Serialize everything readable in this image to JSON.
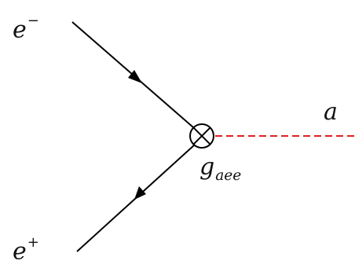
{
  "diagram": {
    "labels": {
      "electron": {
        "base": "e",
        "sup": "−"
      },
      "positron": {
        "base": "e",
        "sup": "+"
      },
      "axion": {
        "base": "a"
      },
      "coupling": {
        "base": "g",
        "sub": "aee"
      }
    },
    "vertex_icon": "circled-times-icon",
    "colors": {
      "fermion_line": "#000000",
      "axion_line": "#e02020",
      "background": "#ffffff"
    }
  }
}
